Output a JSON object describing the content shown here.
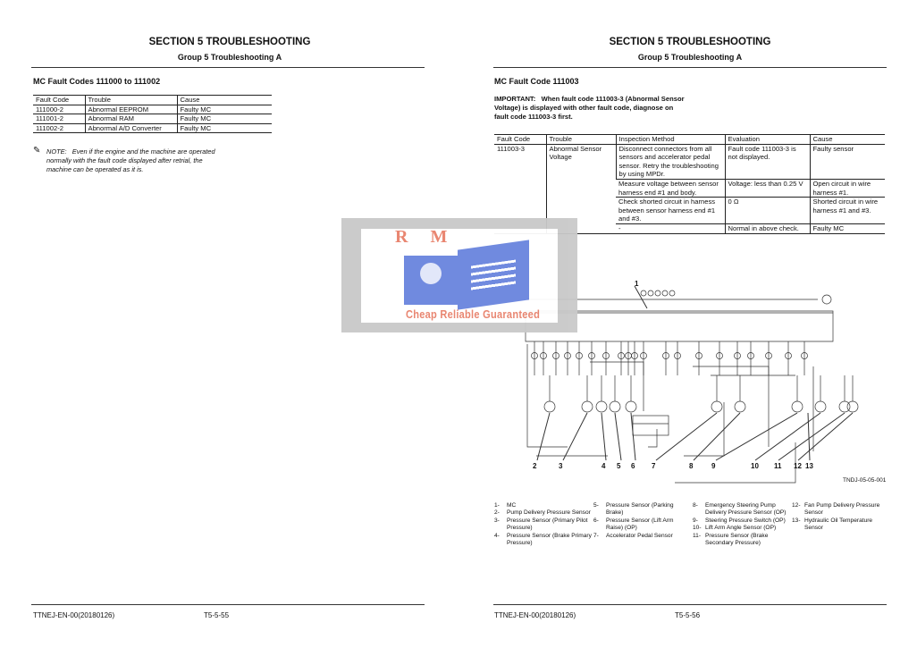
{
  "left_page": {
    "section": "SECTION 5 TROUBLESHOOTING",
    "group": "Group 5 Troubleshooting A",
    "heading": "MC Fault Codes 111000 to 111002",
    "table": {
      "headers": [
        "Fault Code",
        "Trouble",
        "Cause"
      ],
      "rows": [
        [
          "111000-2",
          "Abnormal EEPROM",
          "Faulty MC"
        ],
        [
          "111001-2",
          "Abnormal RAM",
          "Faulty MC"
        ],
        [
          "111002-2",
          "Abnormal A/D Converter",
          "Faulty MC"
        ]
      ]
    },
    "note_label": "NOTE:",
    "note_text": "Even if the engine and the machine are operated normally with the fault code displayed after retrial, the machine can be operated as it is.",
    "footer_code": "TTNEJ-EN-00(20180126)",
    "page_number": "T5-5-55"
  },
  "right_page": {
    "section": "SECTION 5 TROUBLESHOOTING",
    "group": "Group 5 Troubleshooting A",
    "heading": "MC Fault Code 111003",
    "important_label": "IMPORTANT:",
    "important_text": "When fault code 111003-3 (Abnormal Sensor Voltage) is displayed with other fault code, diagnose on fault code 111003-3 first.",
    "table": {
      "headers": [
        "Fault Code",
        "Trouble",
        "Inspection Method",
        "Evaluation",
        "Cause"
      ],
      "fault_code": "111003-3",
      "trouble": "Abnormal Sensor Voltage",
      "rows": [
        [
          "Disconnect connectors from all sensors and accelerator pedal sensor. Retry the troubleshooting by using MPDr.",
          "Fault code 111003-3 is not displayed.",
          "Faulty sensor"
        ],
        [
          "Measure voltage between sensor harness end #1 and body.",
          "Voltage: less than 0.25 V",
          "Open circuit in wire harness #1."
        ],
        [
          "Check shorted circuit in harness between sensor harness end #1 and #3.",
          "0 Ω",
          "Shorted circuit in wire harness #1 and #3."
        ],
        [
          "-",
          "Normal in above check.",
          "Faulty MC"
        ]
      ]
    },
    "diagram_id": "TNDJ-05-05-001",
    "callouts": [
      "1",
      "2",
      "3",
      "4",
      "5",
      "6",
      "7",
      "8",
      "9",
      "10",
      "11",
      "12",
      "13"
    ],
    "legend": [
      [
        "1-",
        "MC"
      ],
      [
        "2-",
        "Pump Delivery Pressure Sensor"
      ],
      [
        "3-",
        "Pressure Sensor (Primary Pilot Pressure)"
      ],
      [
        "4-",
        "Pressure Sensor (Brake Primary Pressure)"
      ],
      [
        "5-",
        "Pressure Sensor (Parking Brake)"
      ],
      [
        "6-",
        "Pressure Sensor (Lift Arm Raise) (OP)"
      ],
      [
        "7-",
        "Accelerator Pedal Sensor"
      ],
      [
        "8-",
        "Emergency Steering Pump Delivery Pressure Sensor (OP)"
      ],
      [
        "9-",
        "Steering Pressure Switch (OP)"
      ],
      [
        "10-",
        "Lift Arm Angle Sensor (OP)"
      ],
      [
        "11-",
        "Pressure Sensor (Brake Secondary Pressure)"
      ],
      [
        "12-",
        "Fan Pump Delivery Pressure Sensor"
      ],
      [
        "13-",
        "Hydraulic Oil Temperature Sensor"
      ]
    ],
    "footer_code": "TTNEJ-EN-00(20180126)",
    "page_number": "T5-5-56"
  },
  "watermark": {
    "brand": "R M",
    "tagline": "Cheap Reliable Guaranteed",
    "colors": {
      "blue": "#4f6fd8",
      "red": "#e8806a",
      "frame": "#c9c9c9"
    }
  }
}
